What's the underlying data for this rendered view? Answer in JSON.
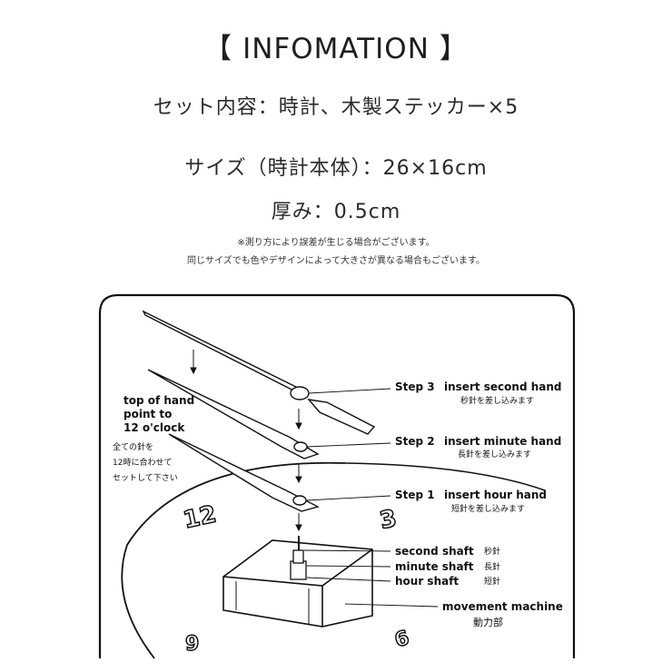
{
  "header": {
    "title": "【 INFOMATION 】",
    "contents": "セット内容：時計、木製ステッカー×5",
    "size": "サイズ（時計本体）：26×16cm",
    "thickness": "厚み：0.5cm",
    "note1": "※測り方により誤差が生じる場合がございます。",
    "note2": "同じサイズでも色やデザインによって大きさが異なる場合もございます。"
  },
  "diagram": {
    "top_hand_label_1": "top of hand",
    "top_hand_label_2": "point to",
    "top_hand_label_3": "12 o'clock",
    "jp_note_1": "全ての針を",
    "jp_note_2": "12時に合わせて",
    "jp_note_3": "セットして下さい",
    "step3_num": "Step 3",
    "step3_text": "insert second hand",
    "step3_jp": "秒針を差し込みます",
    "step2_num": "Step 2",
    "step2_text": "insert minute hand",
    "step2_jp": "長針を差し込みます",
    "step1_num": "Step 1",
    "step1_text": "insert hour hand",
    "step1_jp": "短針を差し込みます",
    "second_shaft": "second shaft",
    "second_shaft_jp": "秒針",
    "minute_shaft": "minute shaft",
    "minute_shaft_jp": "長針",
    "hour_shaft": "hour shaft",
    "hour_shaft_jp": "短針",
    "movement": "movement  machine",
    "movement_jp": "動力部",
    "numeral_12": "12",
    "numeral_3": "3",
    "numeral_9": "9",
    "numeral_6": "6"
  }
}
